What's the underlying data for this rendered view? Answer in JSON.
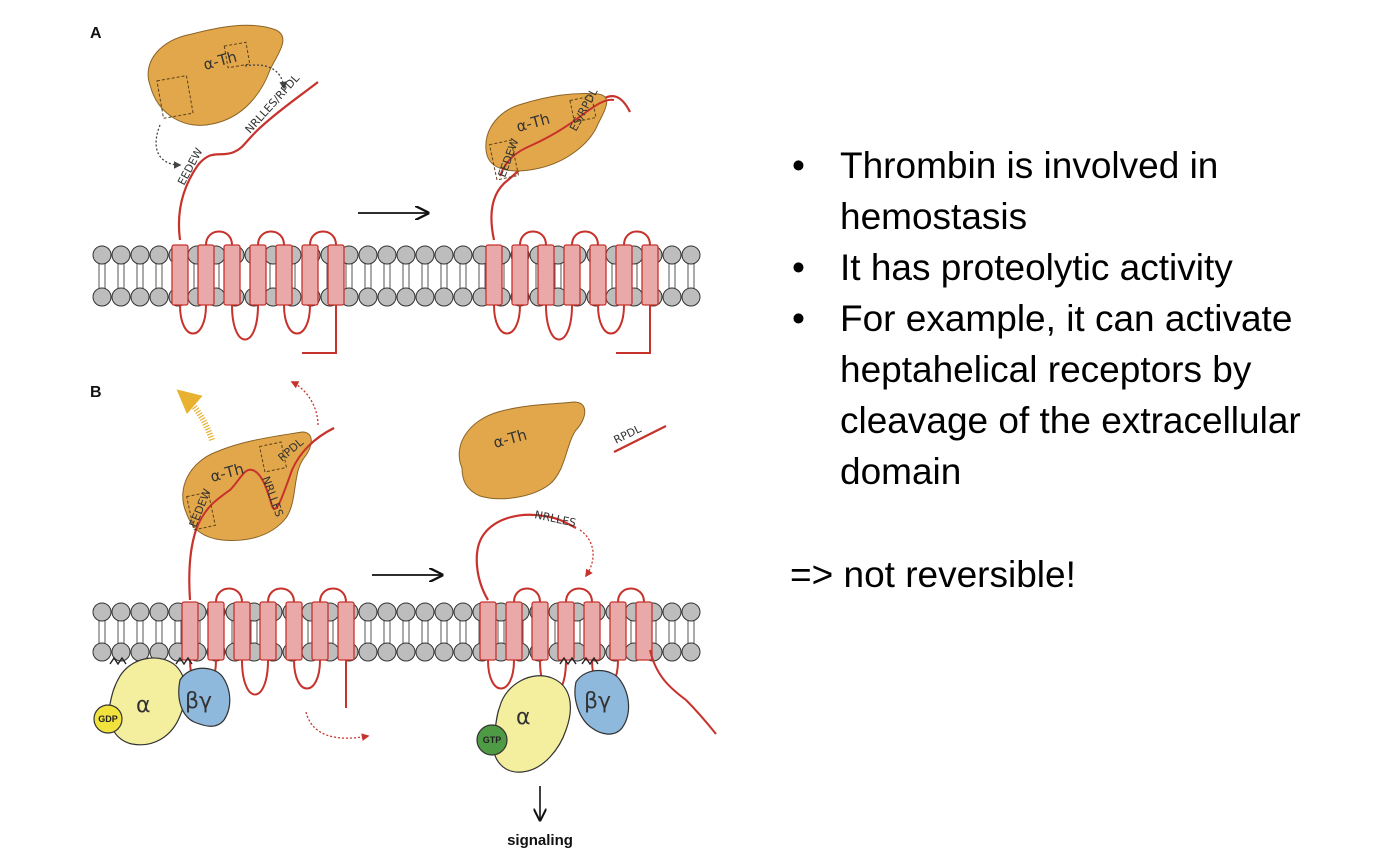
{
  "panels": {
    "a_label": "A",
    "b_label": "B"
  },
  "labels": {
    "thrombin": "α-Th",
    "seq_eedew": "EEDEW",
    "seq_nrlles_rpdl": "NRLLES/RPDL",
    "seq_es_rpdl": "ES/RPDL",
    "seq_rpdl": "RPDL",
    "seq_nrlles": "NRLLES",
    "alpha": "α",
    "beta_gamma": "βγ",
    "gdp": "GDP",
    "gtp": "GTP",
    "signaling": "signaling"
  },
  "colors": {
    "thrombin": "#e2a74a",
    "thrombin_outline": "#8a6326",
    "receptor": "#e8a9a8",
    "receptor_line": "#c8322c",
    "lipid_head": "#bdbdbd",
    "g_alpha": "#f3ef9e",
    "g_beta_gamma": "#8fb8dd",
    "gdp": "#f2e23d",
    "gtp": "#4f9a45",
    "release_arrow_b": "#e8b130",
    "cleave_arrow": "#c8322c"
  },
  "bullets": [
    "Thrombin is involved in hemostasis",
    "It has proteolytic activity",
    "For example, it can activate heptahelical receptors by cleavage of the extracellular domain"
  ],
  "conclusion": "=> not reversible!"
}
